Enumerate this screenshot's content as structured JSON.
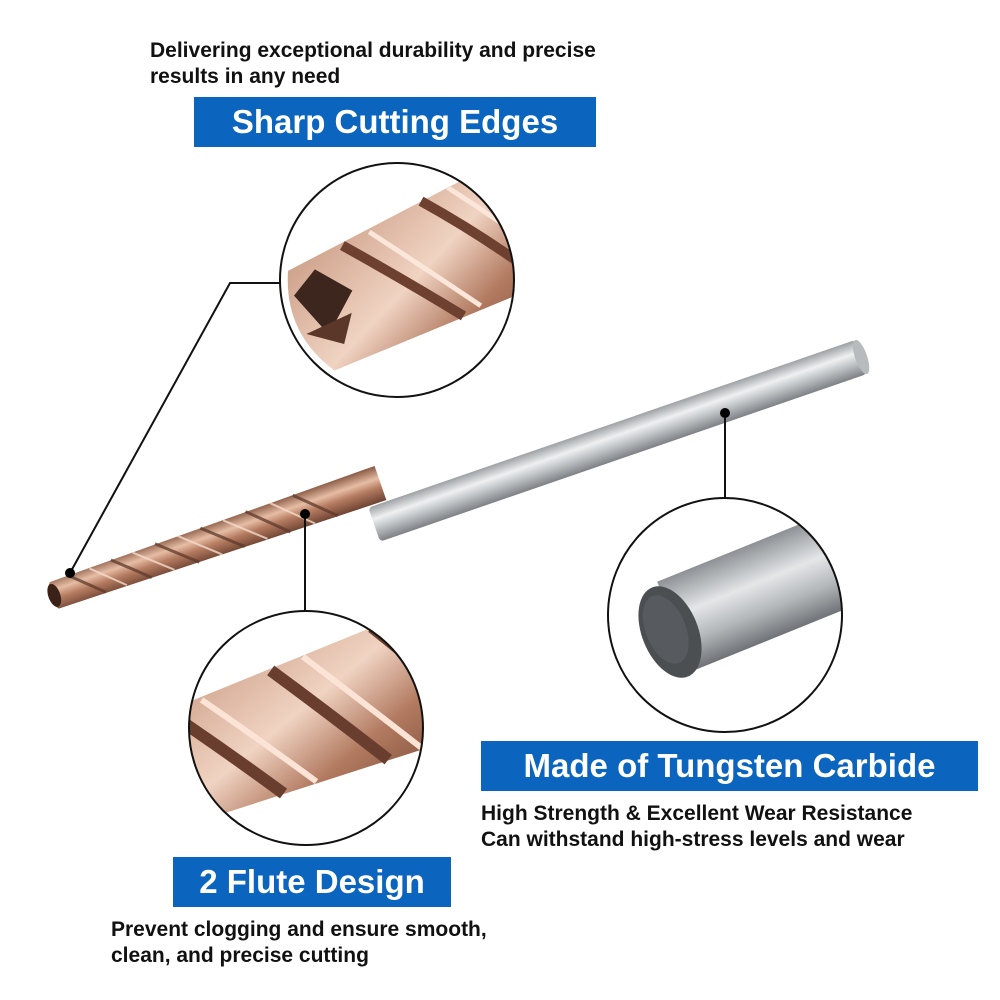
{
  "sharp_edges": {
    "caption": [
      "Delivering exceptional durability and precise",
      "results in any need"
    ],
    "title": "Sharp Cutting Edges"
  },
  "carbide": {
    "title": "Made of Tungsten Carbide",
    "caption": [
      "High Strength & Excellent Wear Resistance",
      "Can withstand high-stress levels and wear"
    ]
  },
  "flute": {
    "title": "2 Flute Design",
    "caption": [
      "Prevent clogging and ensure smooth,",
      "clean, and precise cutting"
    ]
  },
  "colors": {
    "banner": "#0b64bd",
    "banner_text": "#ffffff",
    "caption_text": "#111111",
    "copper": "#b9856a",
    "shank": "#c9cbcd"
  }
}
